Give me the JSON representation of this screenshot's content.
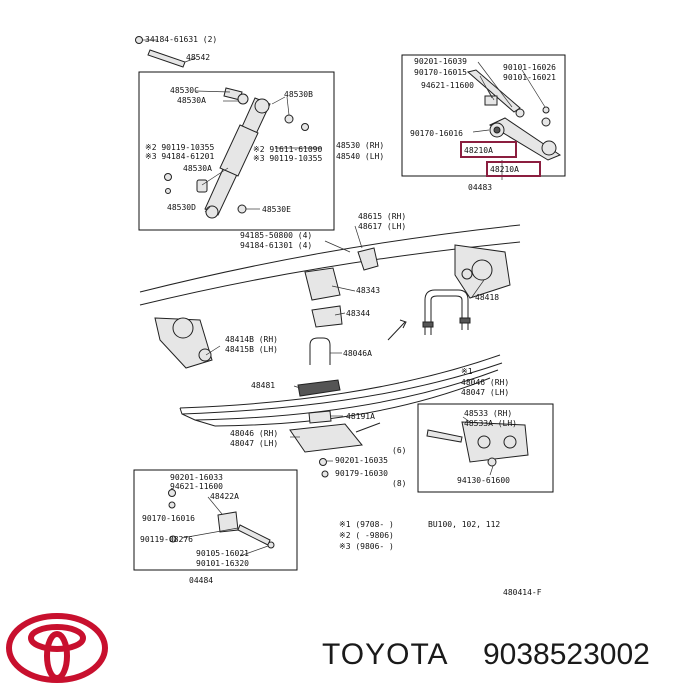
{
  "labels": {
    "l01": "34184-61631 (2)",
    "l02": "48542",
    "l03": "48530C",
    "l04": "48530A",
    "l05": "48530B",
    "l06": "※2 90119-10355",
    "l07": "※3 94184-61201",
    "l08": "※2 91611-61090",
    "l09": "※3 90119-10355",
    "l10": "48530 (RH)",
    "l11": "48540 (LH)",
    "l12": "48530A",
    "l13": "48530D",
    "l14": "48530E",
    "l15": "90201-16039",
    "l16": "90170-16015",
    "l17": "90101-16026",
    "l18": "90101-16021",
    "l19": "94621-11600",
    "l20": "90170-16016",
    "l21": "48210A",
    "l22": "48210A",
    "l23": "04483",
    "l24": "48615 (RH)",
    "l25": "48617 (LH)",
    "l26": "94185-50800 (4)",
    "l27": "94184-61301 (4)",
    "l28": "48343",
    "l29": "48418",
    "l30": "48344",
    "l31": "48414B (RH)",
    "l32": "48415B (LH)",
    "l33": "48046A",
    "l34": "48481",
    "l35": "※1",
    "l36": "48046 (RH)",
    "l37": "48047 (LH)",
    "l38": "48191A",
    "l39": "48533 (RH)",
    "l40": "48533A (LH)",
    "l41": "48046 (RH)",
    "l42": "48047 (LH)",
    "l43": "(6)",
    "l44": "90201-16035",
    "l45": "90179-16030",
    "l46": "(8)",
    "l47": "94130-61600",
    "l48": "90201-16033",
    "l49": "94621-11600",
    "l50": "48422A",
    "l51": "90170-16016",
    "l52": "90119-08276",
    "l53": "90105-16021",
    "l54": "90101-16320",
    "l55": "04484",
    "l56": "※1 (9708- )",
    "l57": "BU100, 102, 112",
    "l58": "※2 ( -9806)",
    "l59": "※3 (9806- )",
    "l60": "480414-F"
  },
  "footer": {
    "brand": "TOYOTA",
    "part_number": "9038523002",
    "logo_icon": "toyota-logo-icon",
    "logo_color": "#c8102e"
  },
  "colors": {
    "highlight": "#8b1e3f"
  }
}
